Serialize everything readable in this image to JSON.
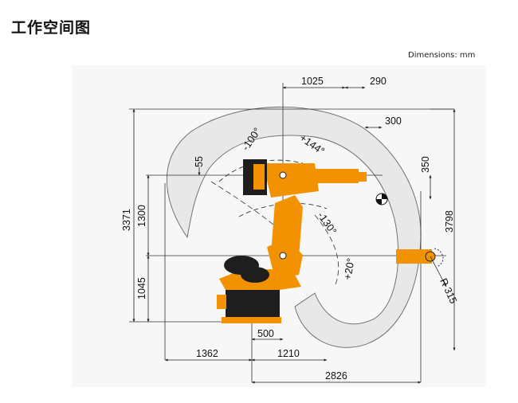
{
  "page": {
    "title": "工作空间图",
    "units_note": "Dimensions: mm"
  },
  "colors": {
    "robot": "#f39200",
    "robot_dark": "#1e1e1e",
    "envelope": "#e6e6e6",
    "line": "#222222"
  },
  "dimensions": {
    "top_offset": "1025",
    "top_tool": "290",
    "wrist_offset": "300",
    "wrist_drop": "350",
    "total_height": "3371",
    "upper_reach": "1300",
    "base_height": "1045",
    "side_height": "3798",
    "base_width": "500",
    "rear_reach": "1362",
    "front_offset": "1210",
    "total_reach": "2826",
    "radius": "R 315"
  },
  "angles": {
    "a5_down": "-100°",
    "a5_up": "+144°",
    "a3_down": "-130°",
    "a3_up": "+20°"
  }
}
